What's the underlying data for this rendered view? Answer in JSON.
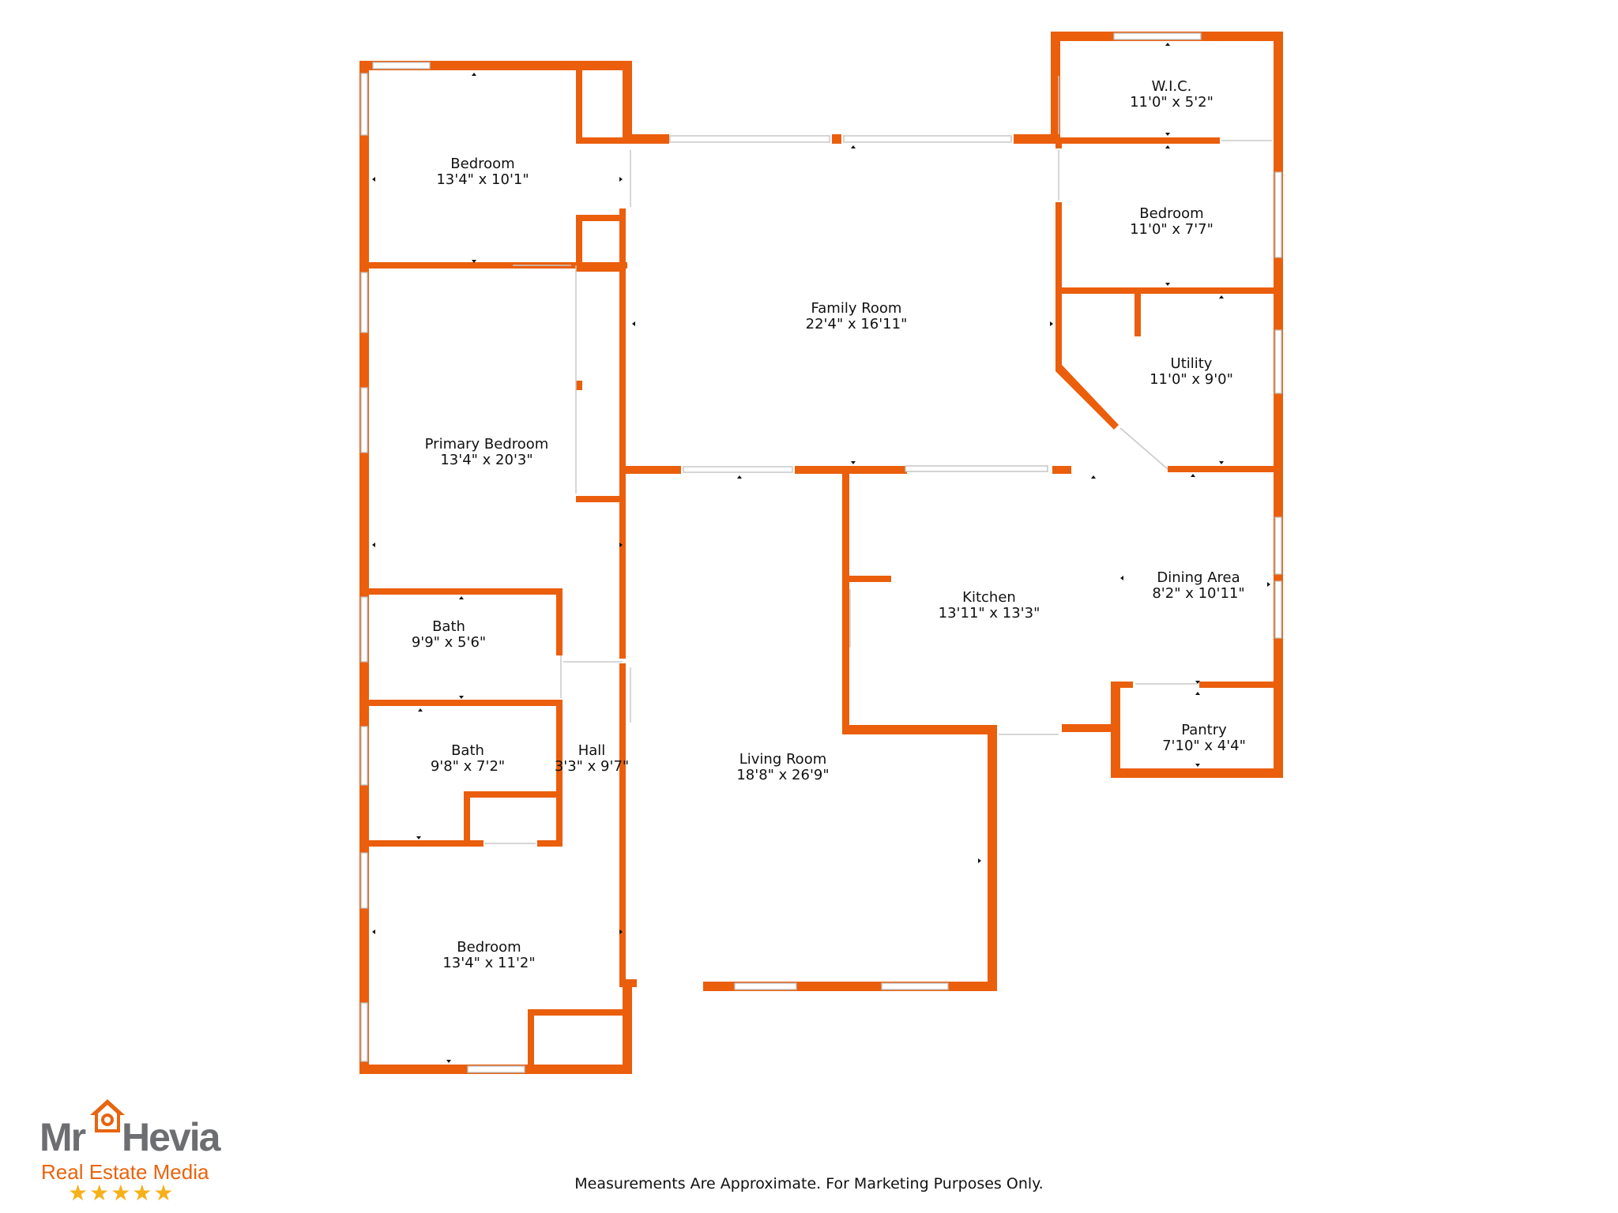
{
  "rooms": [
    {
      "name": "Bedroom",
      "dims": "13'4\" x 10'1\""
    },
    {
      "name": "Primary Bedroom",
      "dims": "13'4\" x 20'3\""
    },
    {
      "name": "Bath",
      "dims": "9'9\" x 5'6\""
    },
    {
      "name": "Bath",
      "dims": "9'8\" x 7'2\""
    },
    {
      "name": "Hall",
      "dims": "3'3\" x 9'7\""
    },
    {
      "name": "Bedroom",
      "dims": "13'4\" x 11'2\""
    },
    {
      "name": "Family Room",
      "dims": "22'4\" x 16'11\""
    },
    {
      "name": "Living Room",
      "dims": "18'8\" x 26'9\""
    },
    {
      "name": "Kitchen",
      "dims": "13'11\" x 13'3\""
    },
    {
      "name": "W.I.C.",
      "dims": "11'0\" x 5'2\""
    },
    {
      "name": "Bedroom",
      "dims": "11'0\" x 7'7\""
    },
    {
      "name": "Utility",
      "dims": "11'0\" x 9'0\""
    },
    {
      "name": "Dining Area",
      "dims": "8'2\" x 10'11\""
    },
    {
      "name": "Pantry",
      "dims": "7'10\" x 4'4\""
    }
  ],
  "disclaimer": "Measurements Are Approximate. For Marketing Purposes Only.",
  "logo": {
    "brand_left": "Mr",
    "brand_right": "Hevia",
    "tagline": "Real Estate Media",
    "stars": "★★★★★"
  },
  "colors": {
    "wall": "#ea5e0c",
    "logo_gray": "#6d6e71",
    "logo_orange": "#e8640f",
    "star": "#f6b01a"
  },
  "icons": [
    "house-camera-icon",
    "star-icon"
  ]
}
